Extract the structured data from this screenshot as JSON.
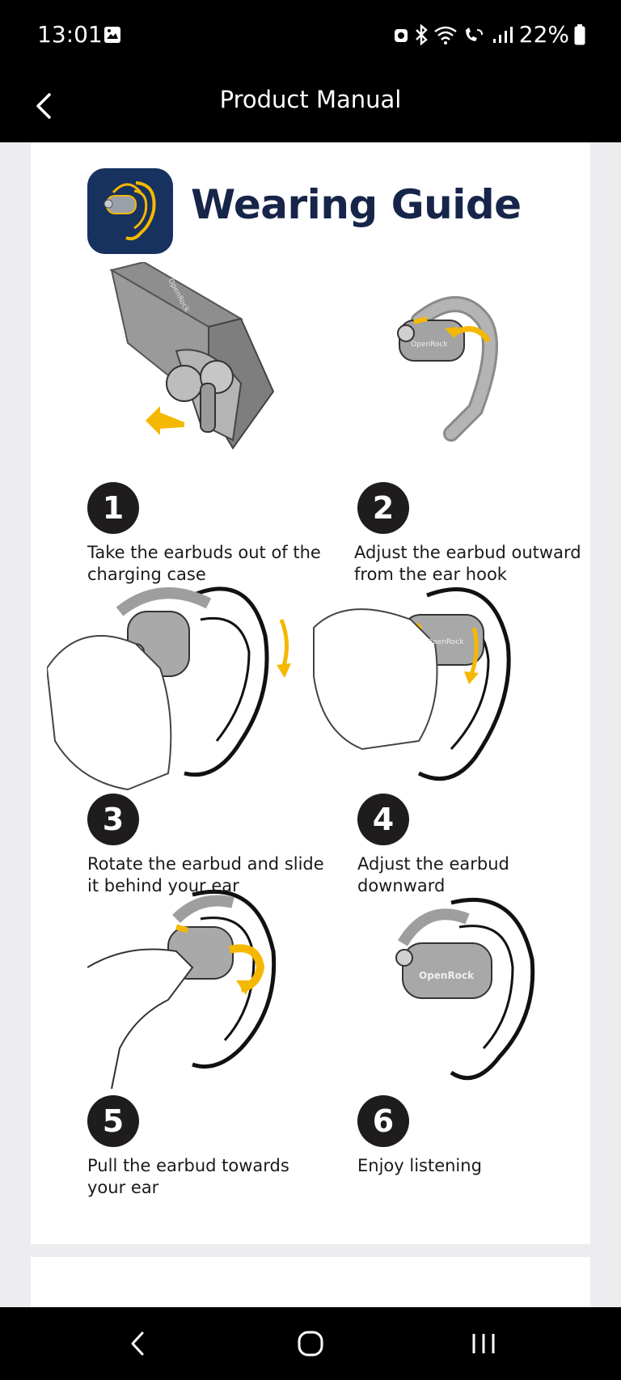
{
  "status_bar": {
    "time": "13:01",
    "battery": "22%"
  },
  "app_bar": {
    "title": "Product Manual"
  },
  "guide": {
    "title": "Wearing Guide",
    "steps": [
      {
        "number": "1",
        "text": "Take the earbuds out of the charging case"
      },
      {
        "number": "2",
        "text": "Adjust the earbud outward from the ear hook"
      },
      {
        "number": "3",
        "text": "Rotate the earbud and slide it behind your ear"
      },
      {
        "number": "4",
        "text": "Adjust the earbud downward"
      },
      {
        "number": "5",
        "text": "Pull the earbud towards your ear"
      },
      {
        "number": "6",
        "text": "Enjoy listening"
      }
    ],
    "brand": "OpenRock"
  },
  "colors": {
    "accent": "#f5b800",
    "title": "#17254a",
    "badge": "#1e1c1c",
    "icon_bg": "#17325e"
  }
}
